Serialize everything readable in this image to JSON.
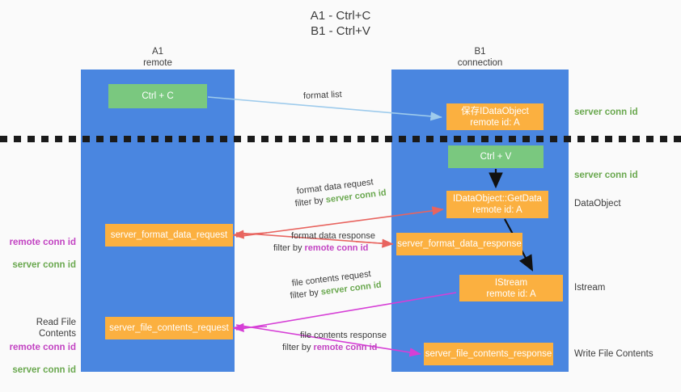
{
  "title": "A1 - Ctrl+C\nB1 - Ctrl+V",
  "lanes": {
    "a1": {
      "header": "A1\nremote"
    },
    "b1": {
      "header": "B1\nconnection"
    }
  },
  "nodes": {
    "ctrl_c": "Ctrl + C",
    "save_idataobject": "保存IDataObject\nremote id: A",
    "ctrl_v": "Ctrl + V",
    "getdata": "IDataObject::GetData\nremote id: A",
    "format_data_request": "server_format_data_request",
    "format_data_response": "server_format_data_response",
    "istream": "IStream\nremote id: A",
    "file_contents_request": "server_file_contents_request",
    "file_contents_response": "server_file_contents_response"
  },
  "annotations": {
    "server_conn_id_top": "server conn id",
    "server_conn_id_mid": "server conn id",
    "dataobject": "DataObject",
    "istream": "Istream",
    "write_file_contents": "Write File Contents",
    "read_file_contents": "Read File Contents",
    "remote_conn_id": "remote conn id",
    "server_conn_id": "server conn id"
  },
  "flows": {
    "format_list": "format list",
    "format_data_request": {
      "line1": "format data request",
      "line2_prefix": "filter by ",
      "line2_highlight": "server conn id"
    },
    "format_data_response": {
      "line1": "format data response",
      "line2_prefix": "filter by ",
      "line2_highlight": "remote conn id"
    },
    "file_contents_request": {
      "line1": "file contents request",
      "line2_prefix": "filter by ",
      "line2_highlight": "server conn id"
    },
    "file_contents_response": {
      "line1": "file contents response",
      "line2_prefix": "filter by ",
      "line2_highlight": "remote conn id"
    }
  },
  "colors": {
    "lane_blue": "#4a86e0",
    "node_green": "#7ac87f",
    "node_orange": "#fbb040",
    "highlight_green": "#6aa84f",
    "highlight_purple": "#c243c2",
    "arrow_light_blue": "#9ecbec",
    "arrow_red": "#e8645f",
    "arrow_magenta": "#d63fd6",
    "arrow_black": "#000000",
    "background": "#fafafa"
  }
}
